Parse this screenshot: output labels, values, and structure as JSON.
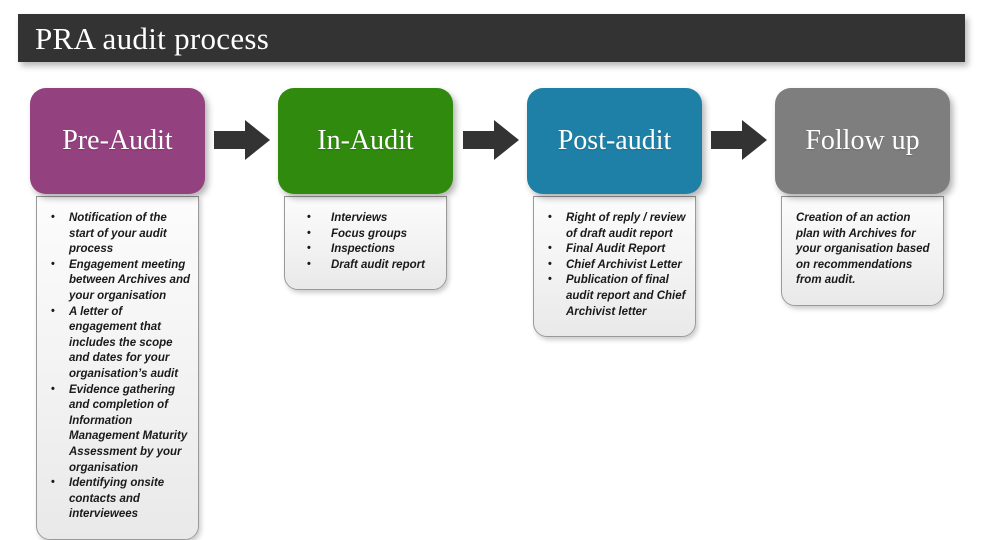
{
  "header": {
    "title": "PRA audit process",
    "bar_color": "#333333",
    "text_color": "#ffffff"
  },
  "colors": {
    "pre_audit": "#93417F",
    "in_audit": "#2F8A0D",
    "post_audit": "#1E80A6",
    "follow_up": "#7E7E7E",
    "arrow": "#333333",
    "card_background": "#f2f2f2",
    "card_border": "#9a9a9a"
  },
  "arrows": [
    {
      "name": "arrow-pre-to-in"
    },
    {
      "name": "arrow-in-to-post"
    },
    {
      "name": "arrow-post-to-follow"
    }
  ],
  "stages": [
    {
      "id": "pre-audit",
      "title": "Pre-Audit",
      "color": "#93417F",
      "body_type": "bullets",
      "items": [
        "Notification of the start of your audit process",
        "Engagement meeting between Archives and your organisation",
        "A letter of engagement that includes the scope and dates for your organisation’s audit",
        "Evidence gathering and completion of Information Management Maturity Assessment by your organisation",
        "Identifying onsite contacts and interviewees"
      ]
    },
    {
      "id": "in-audit",
      "title": "In-Audit",
      "color": "#2F8A0D",
      "body_type": "bullets",
      "items": [
        "Interviews",
        "Focus groups",
        "Inspections",
        "Draft audit report"
      ]
    },
    {
      "id": "post-audit",
      "title": "Post-audit",
      "color": "#1E80A6",
      "body_type": "bullets",
      "items": [
        "Right of reply / review of draft audit report",
        "Final Audit Report",
        "Chief Archivist Letter",
        "Publication of final audit report and Chief Archivist letter"
      ]
    },
    {
      "id": "follow-up",
      "title": "Follow up",
      "color": "#7E7E7E",
      "body_type": "paragraph",
      "paragraph": "Creation of an action plan with Archives for your organisation based on recommendations from audit."
    }
  ]
}
